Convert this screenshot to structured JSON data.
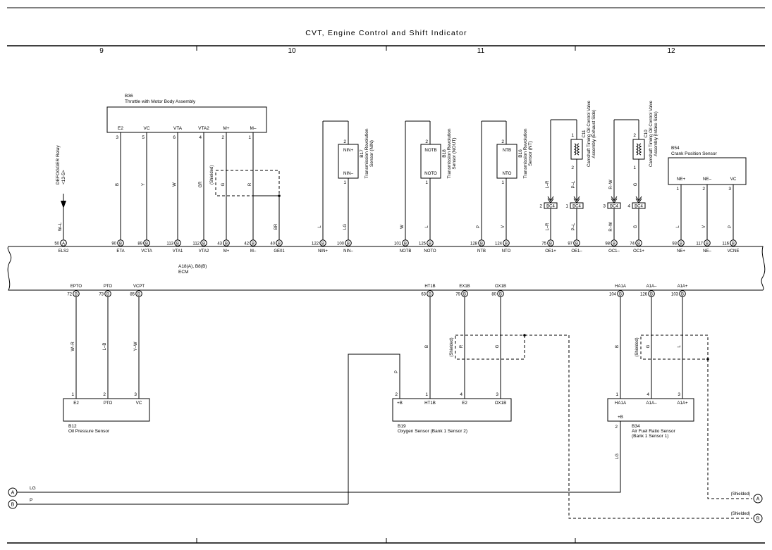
{
  "title": "CVT, Engine Control and Shift Indicator",
  "columns": [
    "9",
    "10",
    "11",
    "12"
  ],
  "ecm": {
    "id": "A18(A), B8(B)",
    "name": "ECM"
  },
  "pins_top": [
    {
      "num": "50",
      "conn": "A",
      "name": "ELS2",
      "wire": "W–L"
    },
    {
      "num": "90",
      "conn": "B",
      "name": "ETA",
      "wire": "B"
    },
    {
      "num": "89",
      "conn": "B",
      "name": "VCTA",
      "wire": "Y"
    },
    {
      "num": "113",
      "conn": "B",
      "name": "VTA1",
      "wire": "W"
    },
    {
      "num": "112",
      "conn": "B",
      "name": "VTA2",
      "wire": "GR"
    },
    {
      "num": "43",
      "conn": "B",
      "name": "M+",
      "wire": "G"
    },
    {
      "num": "42",
      "conn": "B",
      "name": "M–",
      "wire": "R"
    },
    {
      "num": "40",
      "conn": "B",
      "name": "GE01",
      "wire": "BR"
    },
    {
      "num": "122",
      "conn": "B",
      "name": "NIN+",
      "wire": "L"
    },
    {
      "num": "100",
      "conn": "B",
      "name": "NIN–",
      "wire": "LG"
    },
    {
      "num": "101",
      "conn": "B",
      "name": "NOTB",
      "wire": "W"
    },
    {
      "num": "125",
      "conn": "B",
      "name": "NOTO",
      "wire": "L"
    },
    {
      "num": "128",
      "conn": "B",
      "name": "NTB",
      "wire": "P"
    },
    {
      "num": "124",
      "conn": "B",
      "name": "NTO",
      "wire": "V"
    },
    {
      "num": "75",
      "conn": "B",
      "name": "OE1+",
      "wire": "L–R"
    },
    {
      "num": "97",
      "conn": "B",
      "name": "OE1–",
      "wire": "P–L"
    },
    {
      "num": "98",
      "conn": "B",
      "name": "OC1–",
      "wire": "R–W"
    },
    {
      "num": "74",
      "conn": "B",
      "name": "OC1+",
      "wire": "G"
    },
    {
      "num": "93",
      "conn": "B",
      "name": "NE+",
      "wire": "L"
    },
    {
      "num": "117",
      "conn": "B",
      "name": "NE–",
      "wire": "V"
    },
    {
      "num": "116",
      "conn": "B",
      "name": "VCNE",
      "wire": "P"
    }
  ],
  "pins_bottom": [
    {
      "num": "72",
      "conn": "B",
      "name": "EPTO",
      "wire": "W–R"
    },
    {
      "num": "73",
      "conn": "B",
      "name": "PTO",
      "wire": "L–B"
    },
    {
      "num": "85",
      "conn": "B",
      "name": "VCPT",
      "wire": "Y–W"
    },
    {
      "num": "63",
      "conn": "B",
      "name": "HT1B",
      "wire": "B"
    },
    {
      "num": "79",
      "conn": "B",
      "name": "EX1B",
      "wire": "R"
    },
    {
      "num": "80",
      "conn": "B",
      "name": "OX1B",
      "wire": "G"
    },
    {
      "num": "104",
      "conn": "B",
      "name": "HA1A",
      "wire": "B"
    },
    {
      "num": "126",
      "conn": "B",
      "name": "A1A–",
      "wire": "G"
    },
    {
      "num": "103",
      "conn": "B",
      "name": "A1A+",
      "wire": "L"
    }
  ],
  "relay": {
    "name": "DEFOGGER Relay",
    "sub": "<13-5>"
  },
  "b36": {
    "id": "B36",
    "name": "Throttle with Motor Body Assembly",
    "terminals": [
      {
        "label": "E2",
        "num": "3"
      },
      {
        "label": "VC",
        "num": "5"
      },
      {
        "label": "VTA",
        "num": "6"
      },
      {
        "label": "VTA2",
        "num": "4"
      },
      {
        "label": "M+",
        "num": "2"
      },
      {
        "label": "M–",
        "num": "1"
      }
    ]
  },
  "b17": {
    "id": "B17",
    "name": "Transmission Revolution",
    "sub": "Sensor (NIN)",
    "top_label": "NIN+",
    "bot_label": "NIN–",
    "top_num": "2",
    "bot_num": "1"
  },
  "b18": {
    "id": "B18",
    "name": "Transmission Revolution",
    "sub": "Sensor (NOUT)",
    "top_label": "NOTB",
    "bot_label": "NOTO",
    "top_num": "2",
    "bot_num": "1"
  },
  "b16": {
    "id": "B16",
    "name": "Transmission Revolution",
    "sub": "Sensor (NT)",
    "top_label": "NTB",
    "bot_label": "NTO",
    "top_num": "2",
    "bot_num": "1"
  },
  "c11": {
    "id": "C11",
    "name": "Camshaft Timing Oil Control Valve",
    "sub": "Assembly (Exhaust Side)",
    "top_num": "1",
    "bot_num": "2"
  },
  "c10": {
    "id": "C10",
    "name": "Camshaft Timing Oil Control Valve",
    "sub": "Assembly (Intake Side)",
    "top_num": "2",
    "bot_num": "1"
  },
  "bc4": [
    {
      "num": "2",
      "label": "BC4"
    },
    {
      "num": "1",
      "label": "BC4"
    },
    {
      "num": "3",
      "label": "BC4"
    },
    {
      "num": "4",
      "label": "BC4"
    }
  ],
  "b54": {
    "id": "B54",
    "name": "Crank Position Sensor",
    "terminals": [
      {
        "label": "NE+",
        "num": "1"
      },
      {
        "label": "NE–",
        "num": "2"
      },
      {
        "label": "VC",
        "num": "3"
      }
    ]
  },
  "b12": {
    "id": "B12",
    "name": "Oil Pressure Sensor",
    "terminals": [
      {
        "label": "E2",
        "num": "1"
      },
      {
        "label": "PTO",
        "num": "2"
      },
      {
        "label": "VC",
        "num": "3"
      }
    ]
  },
  "b19": {
    "id": "B19",
    "name": "Oxygen Sensor (Bank 1 Sensor 2)",
    "terminals": [
      {
        "label": "+B",
        "num": "2"
      },
      {
        "label": "HT1B",
        "num": "1"
      },
      {
        "label": "E2",
        "num": "4"
      },
      {
        "label": "OX1B",
        "num": "3"
      }
    ],
    "wire_plus_b": "P"
  },
  "b34": {
    "id": "B34",
    "name": "Air Fuel Ratio Sensor",
    "sub": "(Bank 1 Sensor 1)",
    "terminals": [
      {
        "label": "HA1A",
        "num": "1"
      },
      {
        "label": "A1A–",
        "num": "4"
      },
      {
        "label": "A1A+",
        "num": "3"
      }
    ],
    "plus_b_label": "+B",
    "plus_b_num": "2",
    "wire_plus_b": "LG"
  },
  "shielded": "(Shielded)",
  "offpage": [
    {
      "letter": "A",
      "wire": "LG"
    },
    {
      "letter": "B",
      "wire": "P"
    }
  ]
}
